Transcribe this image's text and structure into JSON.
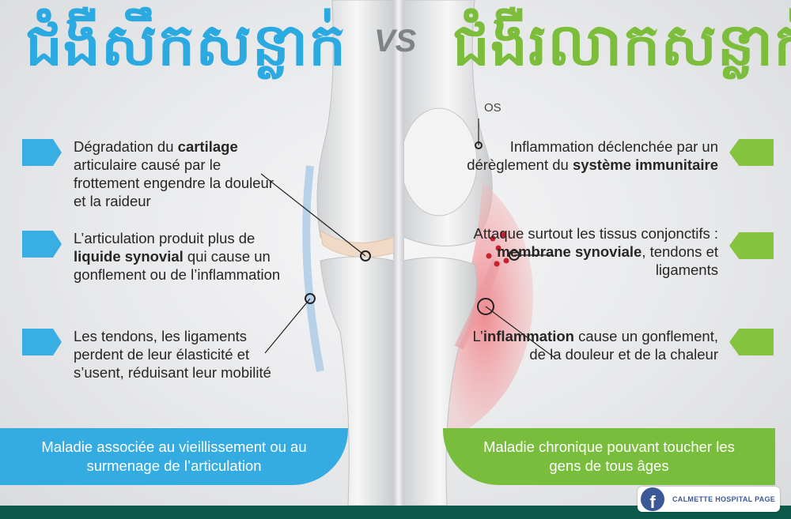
{
  "titles": {
    "left": "ជំងឺសឹកសន្លាក់",
    "vs": "VS",
    "right": "ជំងឺរលាកសន្លាក់"
  },
  "left_points": [
    {
      "pre": "Dégradation du ",
      "bold": "cartilage",
      "post": " articulaire causé par le frottement engendre la douleur et la raideur"
    },
    {
      "pre": "L’articulation produit plus de ",
      "bold": "liquide synovial",
      "post": " qui cause un gonflement ou de l’inflammation"
    },
    {
      "pre": "Les tendons, les ligaments perdent de leur élasticité et s’usent, réduisant leur mobilité",
      "bold": "",
      "post": ""
    }
  ],
  "right_points": [
    {
      "pre": "Inflammation déclenchée par un dérèglement du ",
      "bold": "système immunitaire",
      "post": ""
    },
    {
      "pre": "Attaque surtout les tissus conjonctifs : ",
      "bold": "membrane synoviale",
      "post": ", tendons et ligaments"
    },
    {
      "pre": "L’",
      "bold": "inflammation",
      "post": " cause un gonflement, de la douleur et de la chaleur"
    }
  ],
  "bone_label": "OS",
  "banners": {
    "left": "Maladie associée au vieillissement ou au surmenage de l’articulation",
    "right": "Maladie chronique pouvant toucher les gens de tous âges"
  },
  "watermark": {
    "icon": "f",
    "text": "CALMETTE HOSPITAL PAGE"
  },
  "colors": {
    "left_accent": "#2ba9e1",
    "right_accent": "#7cbd3b",
    "inflammation": "#e8727a",
    "footer": "#0c5a4a"
  }
}
